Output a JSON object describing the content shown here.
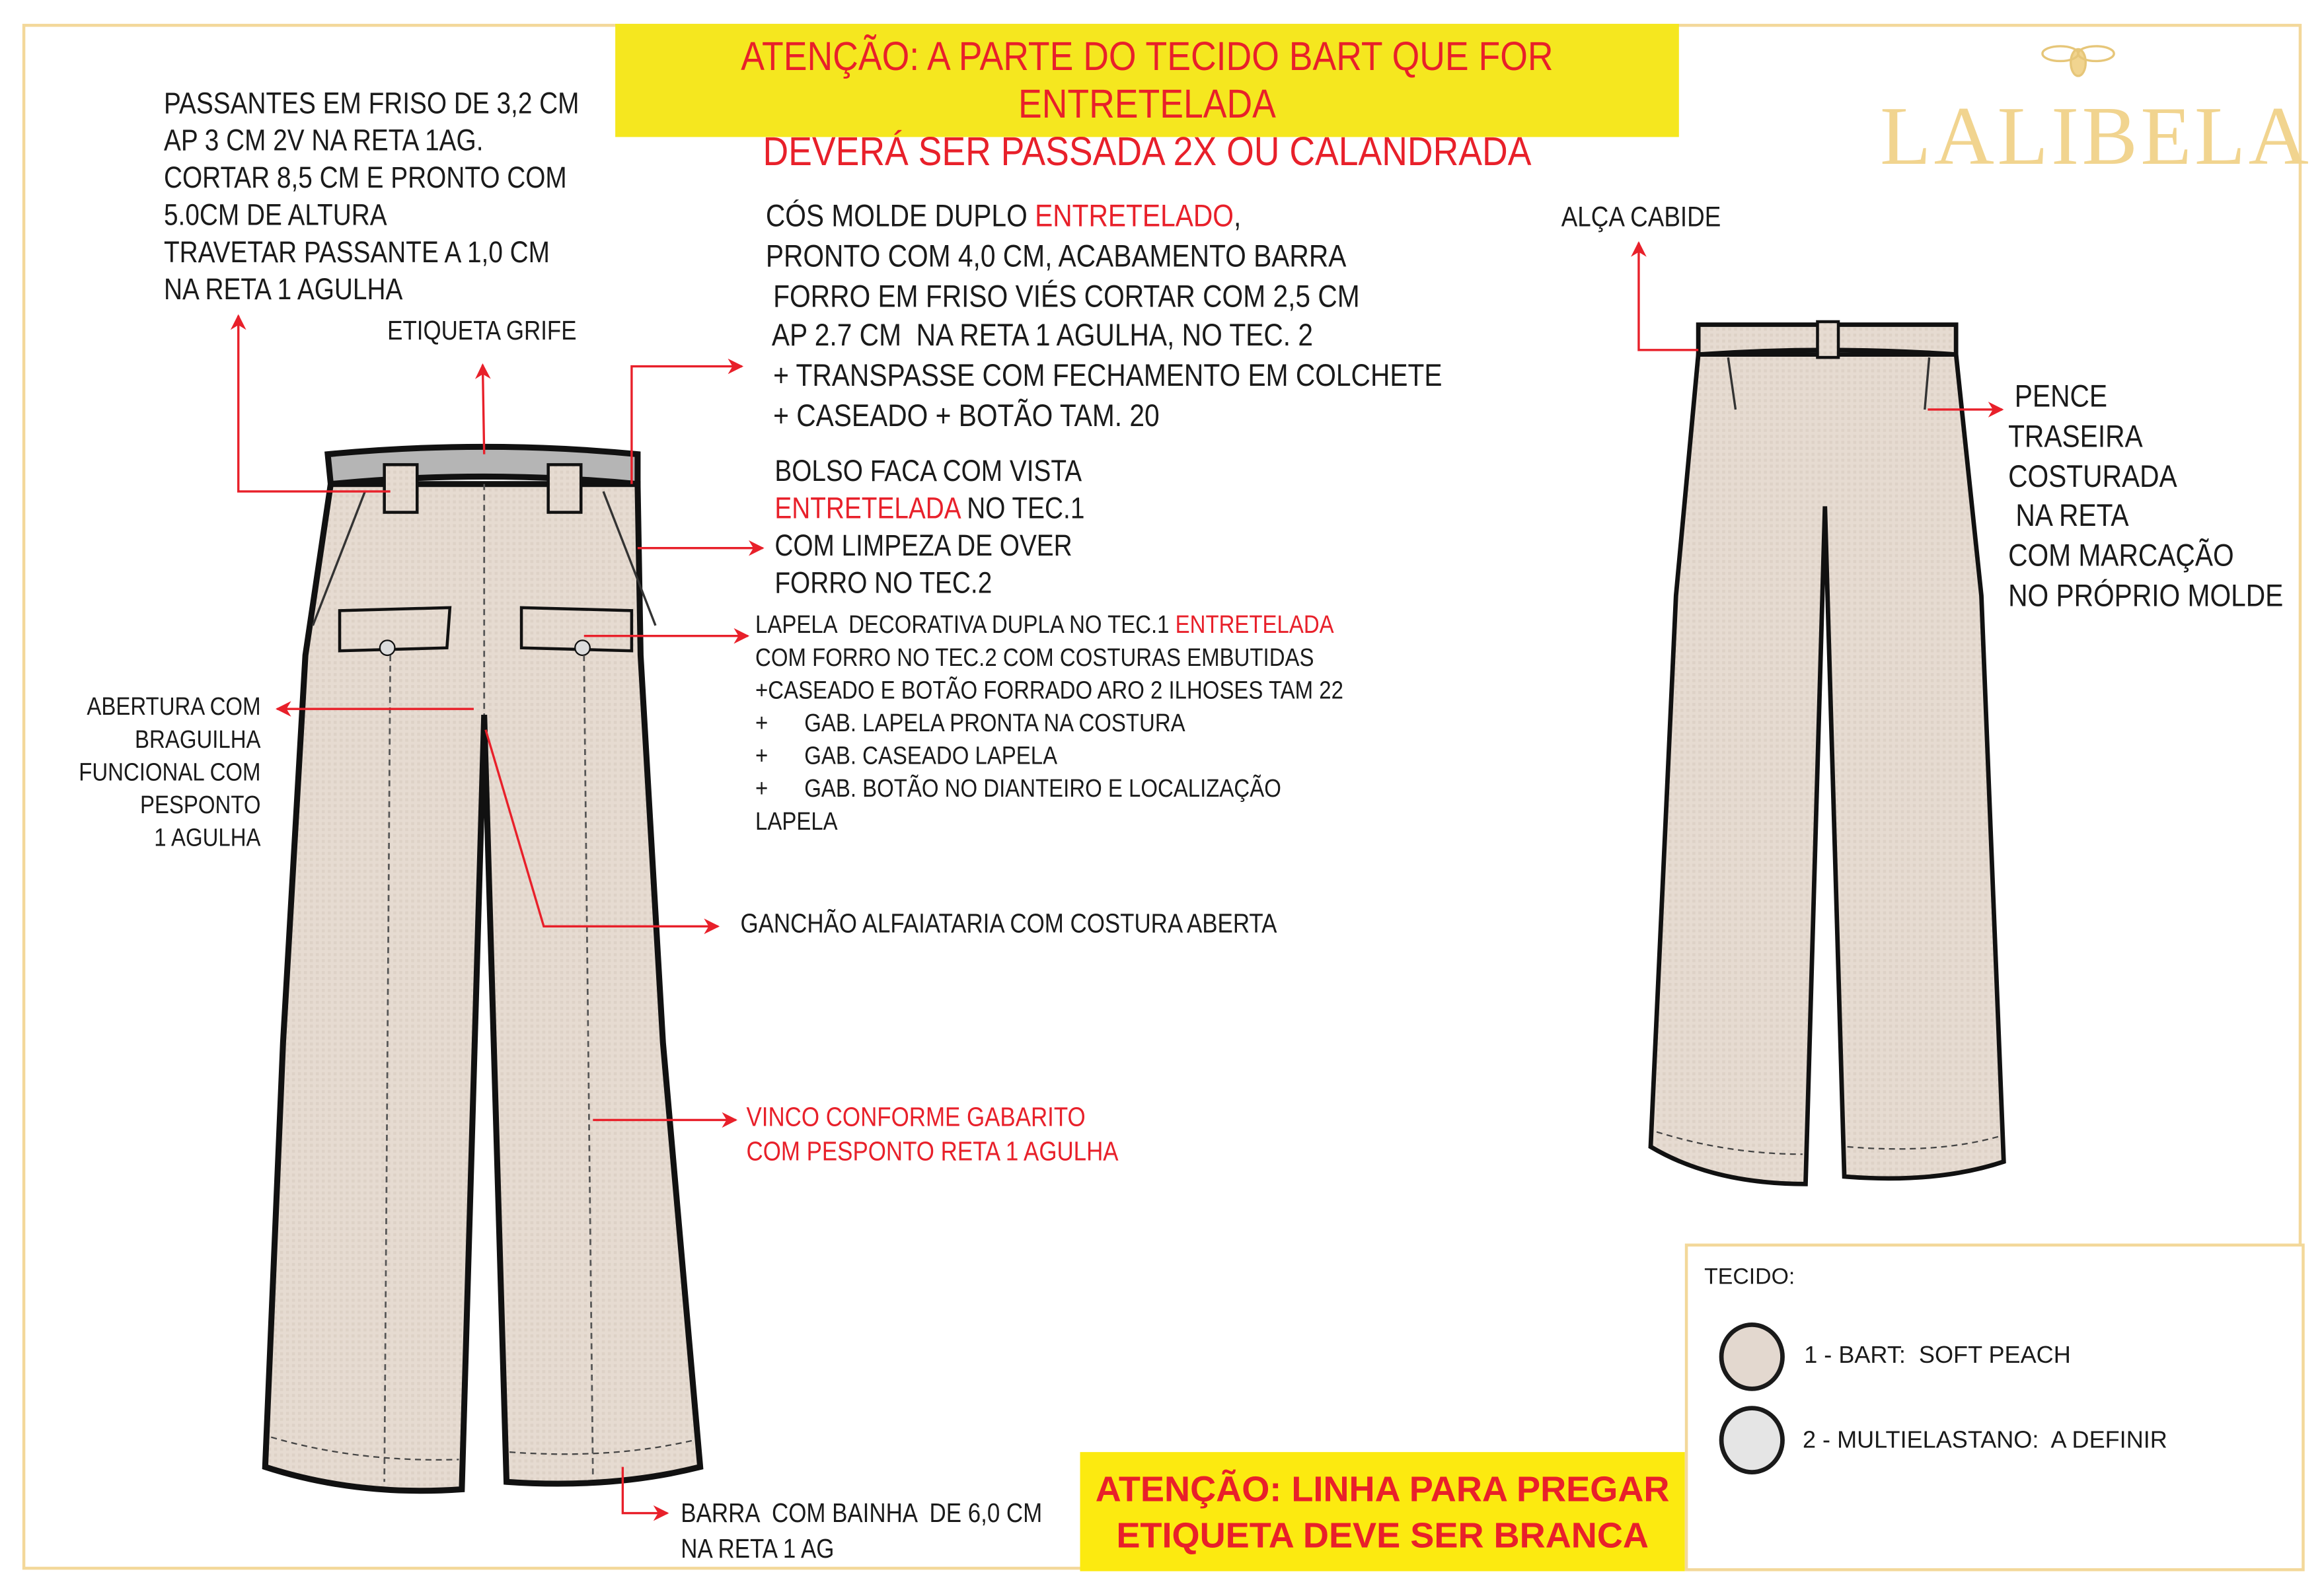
{
  "banner": {
    "line1": "ATENÇÃO: A PARTE DO TECIDO BART QUE FOR ENTRETELADA",
    "line2": "DEVERÁ SER PASSADA 2X OU CALANDRADA"
  },
  "logo": {
    "text": "LALIBELA",
    "icon": "bee-icon"
  },
  "notes": {
    "passantes": [
      "PASSANTES EM FRISO DE 3,2 CM",
      "AP 3 CM 2V NA RETA 1AG.",
      "CORTAR 8,5  CM  E  PRONTO COM",
      "5.0CM DE ALTURA",
      "TRAVETAR PASSANTE A 1,0 CM",
      "NA RETA 1 AGULHA"
    ],
    "etiqueta": "ETIQUETA GRIFE",
    "cos": {
      "l1a": "CÓS MOLDE DUPLO ",
      "l1b": "ENTRETELADO",
      "l1c": ",",
      "rest": [
        "PRONTO COM 4,0 CM, ACABAMENTO BARRA",
        " FORRO EM FRISO VIÉS CORTAR COM 2,5 CM",
        " AP 2.7 CM  NA RETA 1 AGULHA, NO TEC. 2",
        " + TRANSPASSE COM FECHAMENTO EM COLCHETE",
        " + CASEADO + BOTÃO TAM. 20"
      ]
    },
    "bolso": {
      "l1": "BOLSO FACA COM VISTA",
      "l2a": "ENTRETELADA",
      "l2b": " NO TEC.1",
      "l3": "COM LIMPEZA DE OVER",
      "l4": "FORRO NO TEC.2"
    },
    "lapela": {
      "l1a": "LAPELA  DECORATIVA DUPLA NO TEC.1 ",
      "l1b": "ENTRETELADA",
      "rest": [
        "COM FORRO NO TEC.2 COM COSTURAS EMBUTIDAS",
        "+CASEADO E BOTÃO FORRADO ARO 2 ILHOSES TAM 22",
        "+      GAB. LAPELA PRONTA NA COSTURA",
        "+      GAB. CASEADO LAPELA",
        "+      GAB. BOTÃO NO DIANTEIRO E LOCALIZAÇÃO",
        "LAPELA"
      ]
    },
    "abertura": [
      "ABERTURA COM",
      "BRAGUILHA",
      "FUNCIONAL COM",
      "PESPONTO",
      "1 AGULHA"
    ],
    "ganchao": "GANCHÃO ALFAIATARIA COM COSTURA ABERTA",
    "vinco": [
      "VINCO CONFORME GABARITO",
      "COM PESPONTO RETA 1 AGULHA"
    ],
    "barra": [
      "BARRA  COM BAINHA  DE 6,0 CM",
      "NA RETA 1 AG"
    ],
    "alca": "ALÇA CABIDE",
    "pence": [
      "PENCE",
      "TRASEIRA",
      "COSTURADA",
      " NA RETA",
      "COM MARCAÇÃO",
      "NO PRÓPRIO MOLDE"
    ]
  },
  "warning": {
    "line1": "ATENÇÃO: LINHA PARA PREGAR",
    "line2": "ETIQUETA DEVE SER BRANCA"
  },
  "legend": {
    "title": "TECIDO:",
    "items": [
      {
        "label": "1 - BART:  SOFT PEACH",
        "color": "#e3d8cf"
      },
      {
        "label": "2 - MULTIELASTANO:  A DEFINIR",
        "color": "#e5e5e5"
      }
    ]
  },
  "colors": {
    "accent": "#e8202a",
    "banner": "#f5e71f",
    "frame": "#f3d89a",
    "fabric": "#e6dbd1"
  }
}
